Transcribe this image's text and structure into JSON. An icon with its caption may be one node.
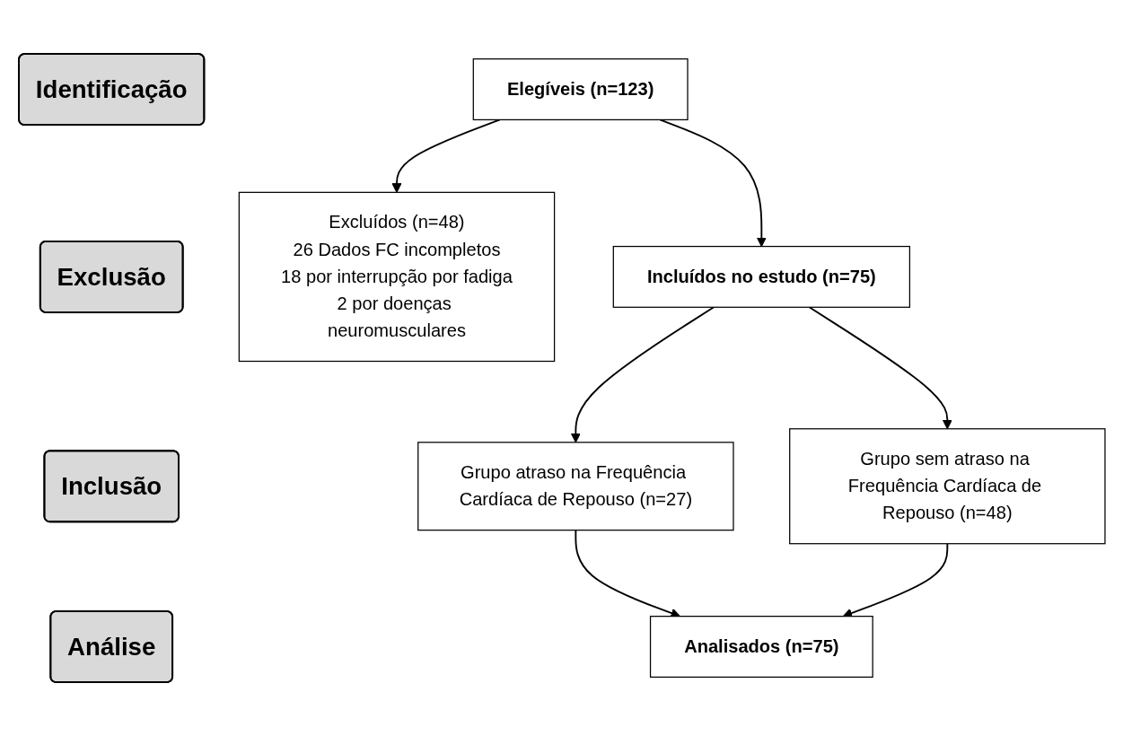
{
  "diagram": {
    "nodes": [
      {
        "text": [
          "Identificação"
        ]
      },
      {
        "text": [
          "Exclusão"
        ]
      },
      {
        "text": [
          "Inclusão"
        ]
      },
      {
        "text": [
          "Análise"
        ]
      },
      {
        "text": [
          "Elegíveis (n=123)"
        ]
      },
      {
        "text": [
          "Excluídos (n=48)",
          "26 Dados FC incompletos",
          "18 por interrupção por fadiga",
          "2 por doenças neuromusculares"
        ]
      },
      {
        "text": [
          "Incluídos no estudo (n=75)"
        ]
      },
      {
        "text": [
          "Grupo atraso na Frequência Cardíaca de Repouso (n=27)"
        ]
      },
      {
        "text": [
          "Grupo sem atraso na Frequência Cardíaca de Repouso (n=48)"
        ]
      },
      {
        "text": [
          "Analisados (n=75)"
        ]
      }
    ],
    "edges": [
      {
        "from": 4,
        "to": 6,
        "arrow": "to"
      },
      {
        "from": 4,
        "to": 5,
        "arrow": "to"
      },
      {
        "from": 6,
        "to": 7,
        "arrow": "to"
      },
      {
        "from": 6,
        "to": 8,
        "arrow": "to"
      },
      {
        "from": 7,
        "to": 9,
        "arrow": "to"
      },
      {
        "from": 8,
        "to": 9,
        "arrow": "to"
      }
    ]
  }
}
